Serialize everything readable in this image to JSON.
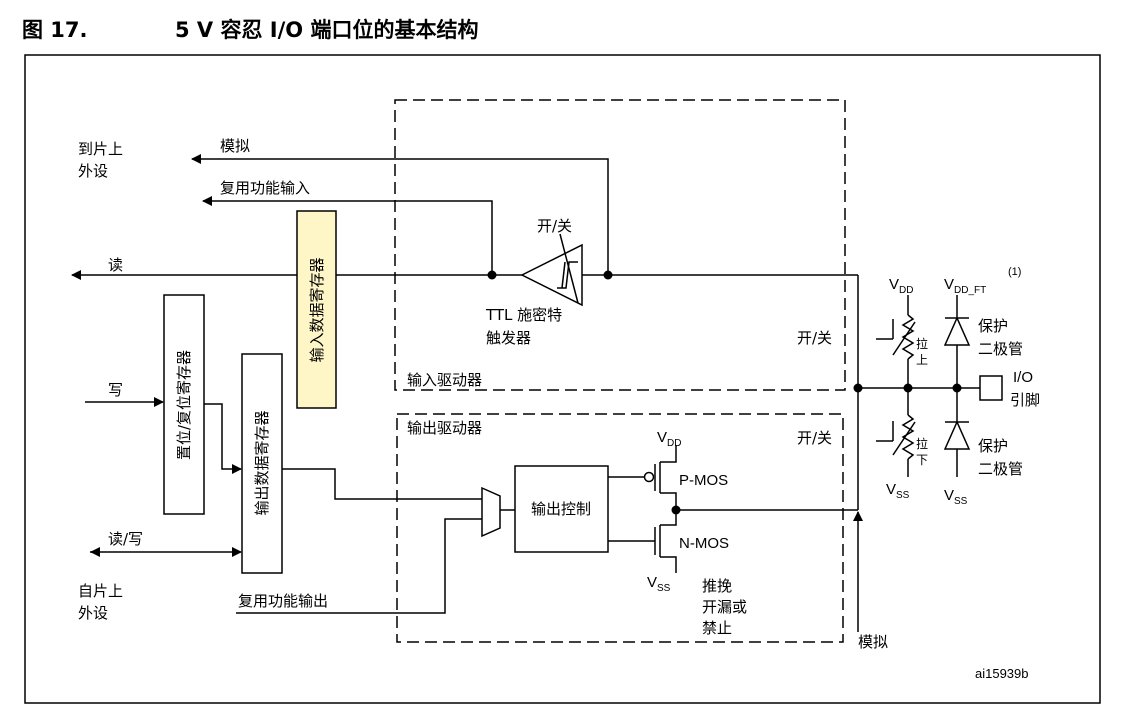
{
  "figure": {
    "number": "图 17.",
    "title": "5 V 容忍 I/O 端口位的基本结构",
    "id_code": "ai15939b"
  },
  "labels": {
    "to_onchip_peripheral": [
      "到片上",
      "外设"
    ],
    "from_onchip_peripheral": [
      "自片上",
      "外设"
    ],
    "analog_in": "模拟",
    "alt_func_input": "复用功能输入",
    "read": "读",
    "write": "写",
    "read_write": "读/写",
    "alt_func_output": "复用功能输出",
    "onoff_trigger": "开/关",
    "ttl_schmitt": [
      "TTL 施密特",
      "触发器"
    ],
    "input_driver": "输入驱动器",
    "output_driver": "输出驱动器",
    "onoff_pullup": "开/关",
    "onoff_pulldown": "开/关",
    "input_data_register": "输入数据寄存器",
    "output_data_register": "输出数据寄存器",
    "bit_set_reset_register": "置位/复位寄存器",
    "output_control": "输出控制",
    "pmos": "P-MOS",
    "nmos": "N-MOS",
    "vdd_main": "V",
    "vdd_main_sub": "DD",
    "vss_main": "V",
    "vss_main_sub": "SS",
    "vdd_rail": "V",
    "vdd_rail_sub": "DD",
    "vdd_ft": "V",
    "vdd_ft_sub": "DD_FT",
    "vdd_ft_note": "(1)",
    "vss_rail": "V",
    "vss_rail_sub": "SS",
    "vss_rail2": "V",
    "vss_rail2_sub": "SS",
    "pull_up": [
      "拉",
      "上"
    ],
    "pull_down": [
      "拉",
      "下"
    ],
    "protection_diode_top": [
      "保护",
      "二极管"
    ],
    "protection_diode_bottom": [
      "保护",
      "二极管"
    ],
    "io_pin": [
      "I/O",
      "引脚"
    ],
    "mode": [
      "推挽",
      "开漏或",
      "禁止"
    ],
    "analog_out": "模拟"
  }
}
